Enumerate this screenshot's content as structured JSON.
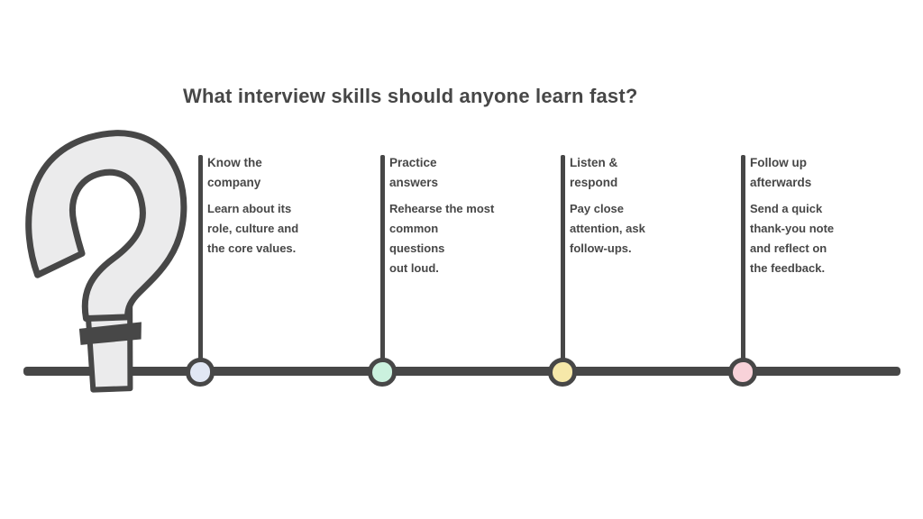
{
  "title": "What interview skills should anyone learn fast?",
  "colors": {
    "ink": "#474747",
    "paper": "#ffffff",
    "question_mark_fill": "#ebebec"
  },
  "icons": {
    "question_mark": "question-mark-icon"
  },
  "steps": [
    {
      "heading": "Know the\ncompany",
      "body": "Learn about its\nrole, culture and\nthe core values.",
      "dot_color": "#e1e7f4"
    },
    {
      "heading": "Practice\nanswers",
      "body": "Rehearse the most\ncommon\nquestions\nout loud.",
      "dot_color": "#cbf1de"
    },
    {
      "heading": "Listen &\nrespond",
      "body": "Pay close\nattention, ask\nfollow-ups.",
      "dot_color": "#f6e8a9"
    },
    {
      "heading": "Follow up\nafterwards",
      "body": "Send a quick\nthank-you note\nand reflect on\nthe feedback.",
      "dot_color": "#f8d2d9"
    }
  ]
}
